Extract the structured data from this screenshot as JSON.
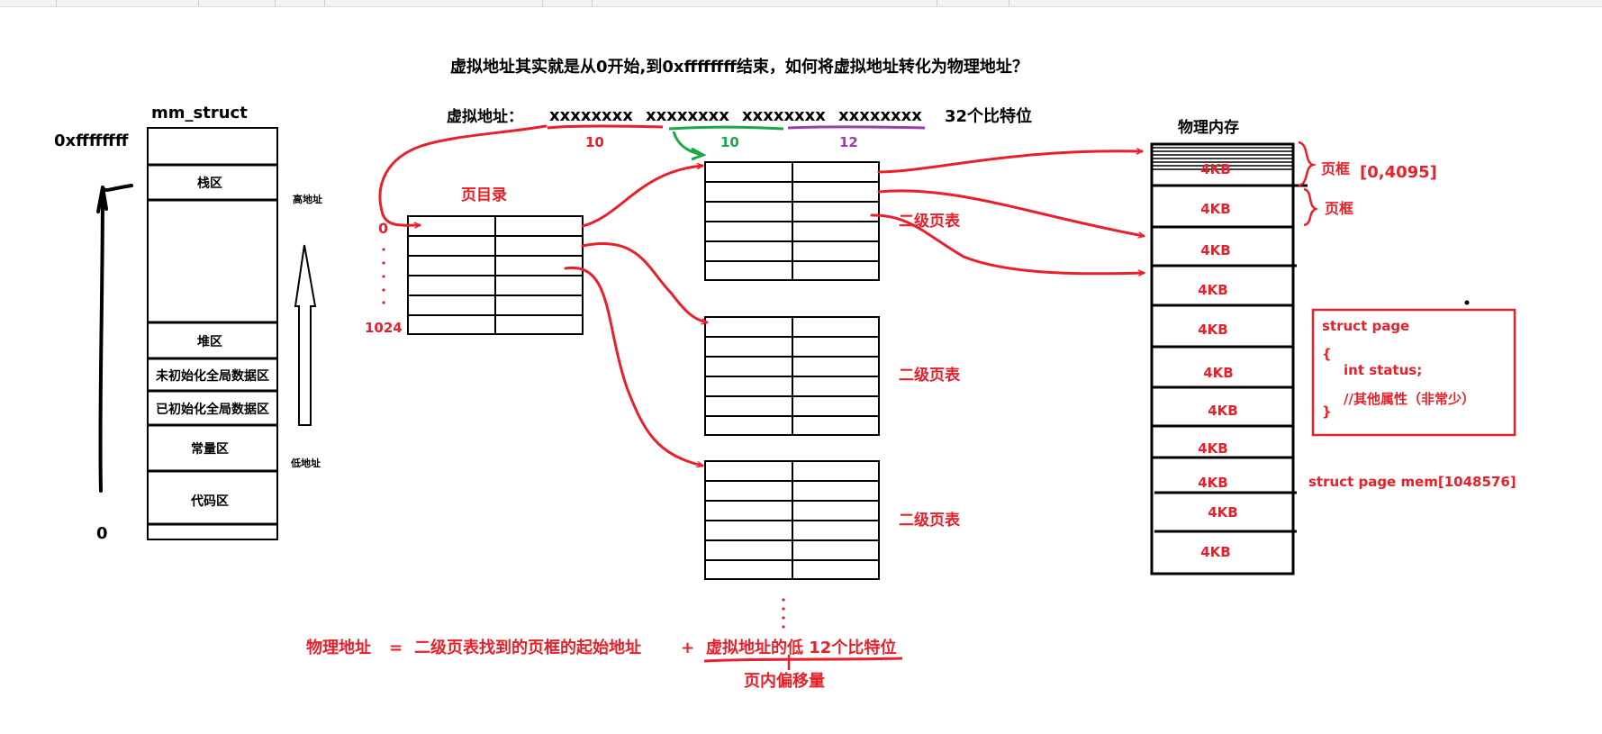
{
  "title": "虚拟地址其实就是从0开始,到0xffffffff结束，如何将虚拟地址转化为物理地址？",
  "vaddr": {
    "label": "虚拟地址：",
    "groups": [
      "xxxxxxxx",
      "xxxxxxxx",
      "xxxxxxxx",
      "xxxxxxxx"
    ],
    "bits_label": "32个比特位",
    "seg_dir": "10",
    "seg_table": "10",
    "seg_offset": "12"
  },
  "mm": {
    "title": "mm_struct",
    "top_addr": "0xffffffff",
    "bottom_addr": "0",
    "high_label": "高地址",
    "low_label": "低地址",
    "regions": {
      "stack": "栈区",
      "heap": "堆区",
      "bss": "未初始化全局数据区",
      "data": "已初始化全局数据区",
      "const": "常量区",
      "code": "代码区"
    }
  },
  "pagedir": {
    "title": "页目录",
    "index_start": "0",
    "index_end": "1024"
  },
  "l2": {
    "label": "二级页表"
  },
  "phys": {
    "title": "物理内存",
    "cell": "4KB",
    "frame_label": "页框",
    "frame_range": "[0,4095]"
  },
  "struct": {
    "l1": "struct page",
    "l2": "{",
    "l3": "int status;",
    "l4": "//其他属性（非常少）",
    "l5": "}",
    "mem": "struct page mem[1048576]"
  },
  "formula": {
    "lhs": "物理地址",
    "eq": "=",
    "t1": "二级页表找到的页框的起始地址",
    "plus": "+",
    "t2": "虚拟地址的低 12个比特位",
    "note": "页内偏移量"
  },
  "colors": {
    "red": "#e8202a",
    "green": "#1aa84a",
    "purple": "#9b3fae",
    "black": "#000000"
  }
}
